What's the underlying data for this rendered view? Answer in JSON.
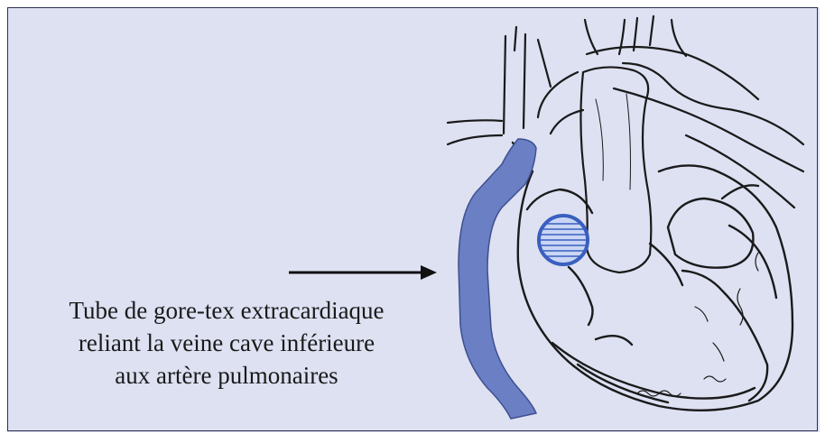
{
  "caption": {
    "line1": "Tube de gore-tex extracardiaque",
    "line2": "reliant la veine cave inférieure",
    "line3": "aux artère pulmonaires"
  },
  "colors": {
    "background": "#dde1f2",
    "conduit": "#6a7fc4",
    "patch": "#3a5fc0",
    "line": "#1a1a1a"
  }
}
